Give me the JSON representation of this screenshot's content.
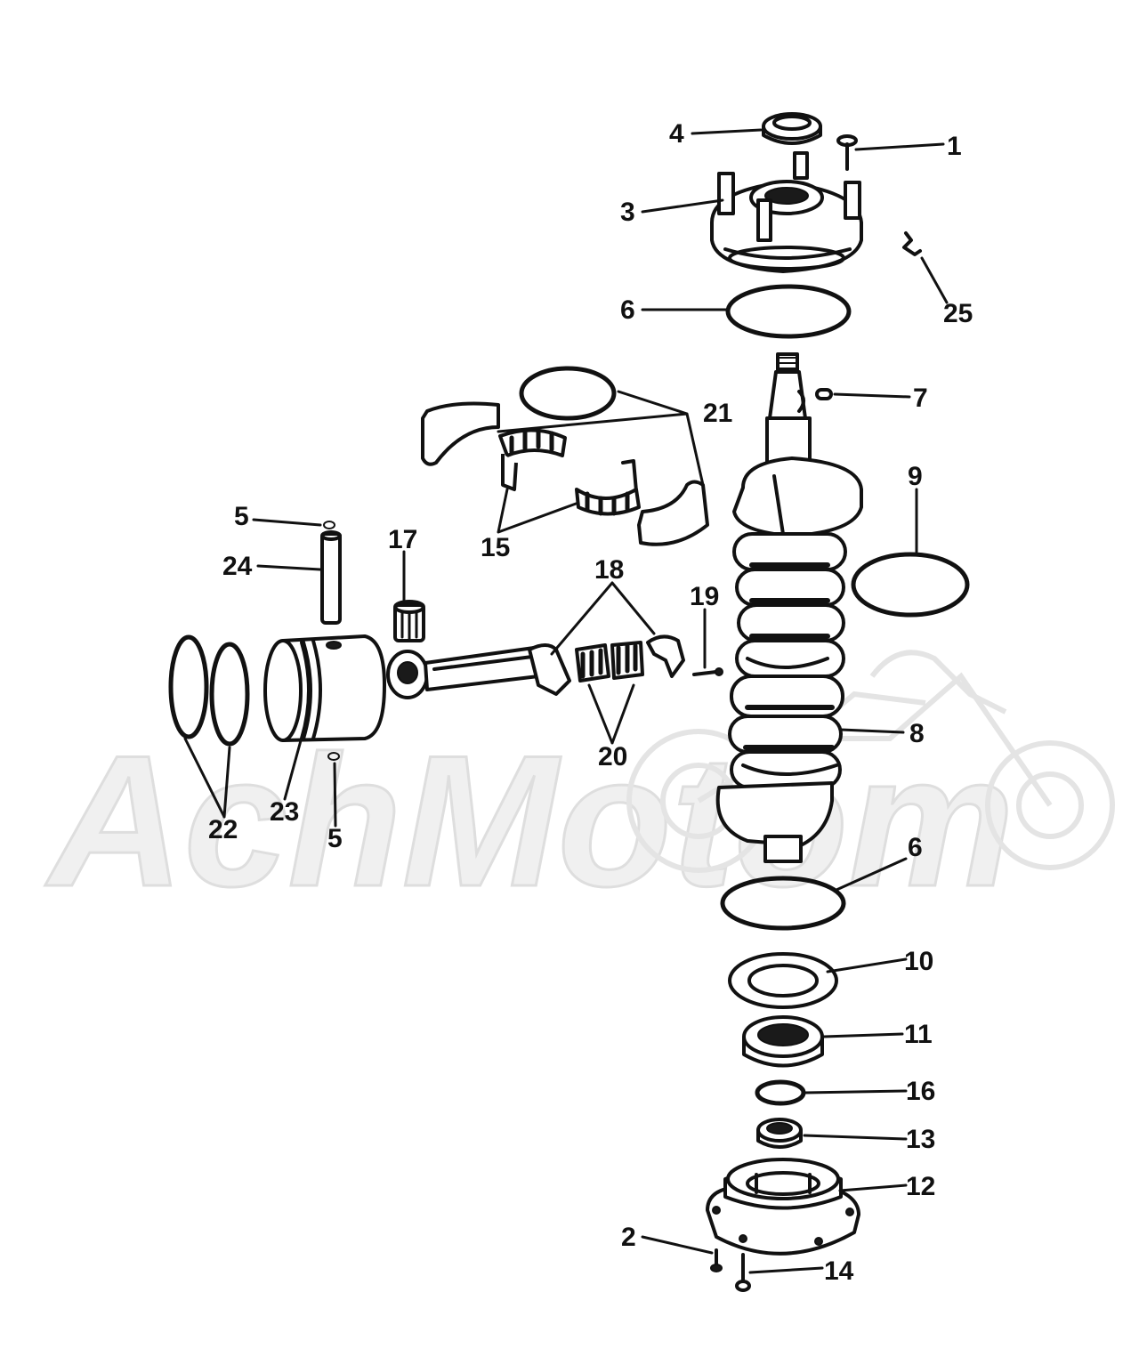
{
  "colors": {
    "ink": "#111111",
    "paper": "#ffffff",
    "watermark": "#e2e2e2"
  },
  "watermark": {
    "text": "AchMotom",
    "icon": "motorcycle-watermark-icon"
  },
  "callouts": {
    "c1": "1",
    "c2": "2",
    "c3": "3",
    "c4": "4",
    "c5a": "5",
    "c5b": "5",
    "c6a": "6",
    "c6b": "6",
    "c7": "7",
    "c8": "8",
    "c9": "9",
    "c10": "10",
    "c11": "11",
    "c12": "12",
    "c13": "13",
    "c14": "14",
    "c15": "15",
    "c16": "16",
    "c17": "17",
    "c18": "18",
    "c19": "19",
    "c20": "20",
    "c21": "21",
    "c22": "22",
    "c23": "23",
    "c24": "24",
    "c25": "25"
  }
}
